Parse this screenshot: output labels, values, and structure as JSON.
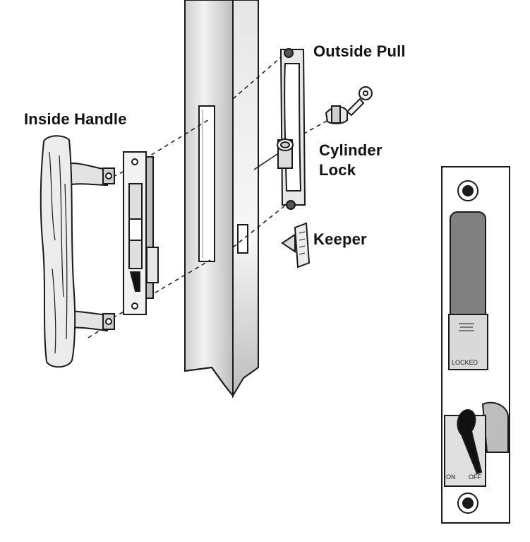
{
  "labels": {
    "inside_handle": "Inside Handle",
    "outside_pull": "Outside Pull",
    "cylinder": "Cylinder",
    "lock": "Lock",
    "keeper": "Keeper"
  },
  "detail": {
    "locked": "LOCKED",
    "on": "ON",
    "off": "OFF"
  },
  "colors": {
    "line": "#1a1a1a",
    "dark_grey": "#808080",
    "light_grey": "#d9d9d9",
    "black_lever": "#111111"
  }
}
